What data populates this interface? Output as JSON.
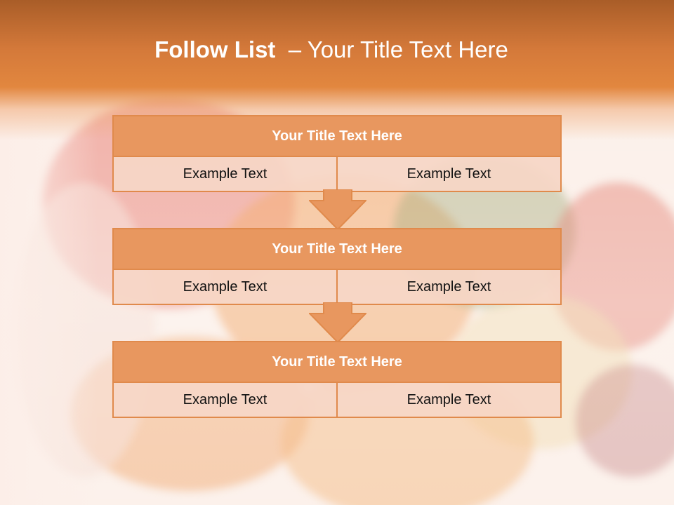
{
  "title": {
    "bold": "Follow List",
    "rest": "– Your Title Text Here"
  },
  "colors": {
    "header": "#d4793a",
    "box_head": "#e8975f",
    "box_border": "#e08a4c",
    "box_body": "#f6d6c6"
  },
  "steps": [
    {
      "title": "Your Title Text Here",
      "left": "Example Text",
      "right": "Example Text"
    },
    {
      "title": "Your Title Text Here",
      "left": "Example Text",
      "right": "Example Text"
    },
    {
      "title": "Your Title Text Here",
      "left": "Example Text",
      "right": "Example Text"
    }
  ],
  "icons": {
    "connector": "down-arrow-icon"
  }
}
